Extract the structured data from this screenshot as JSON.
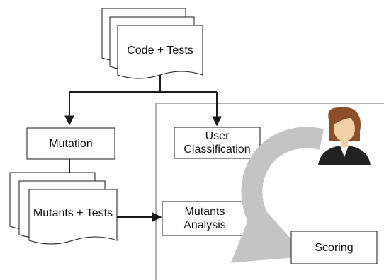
{
  "nodes": {
    "code_tests": {
      "label": "Code + Tests"
    },
    "mutation": {
      "label": "Mutation"
    },
    "mutants_tests": {
      "label": "Mutants + Tests"
    },
    "user_classification": {
      "line1": "User",
      "line2": "Classification"
    },
    "mutants_analysis": {
      "line1": "Mutants",
      "line2": "Analysis"
    },
    "scoring": {
      "label": "Scoring"
    }
  },
  "icons": {
    "user": "user-avatar-icon",
    "cycle": "curved-arrow-icon"
  },
  "colors": {
    "stroke": "#1a1a1a",
    "frame": "#7f7f7f",
    "cycle_arrow": "#c4c4c4",
    "hair": "#8b4f2a",
    "skin": "#f2cfa6",
    "suit": "#222222"
  }
}
